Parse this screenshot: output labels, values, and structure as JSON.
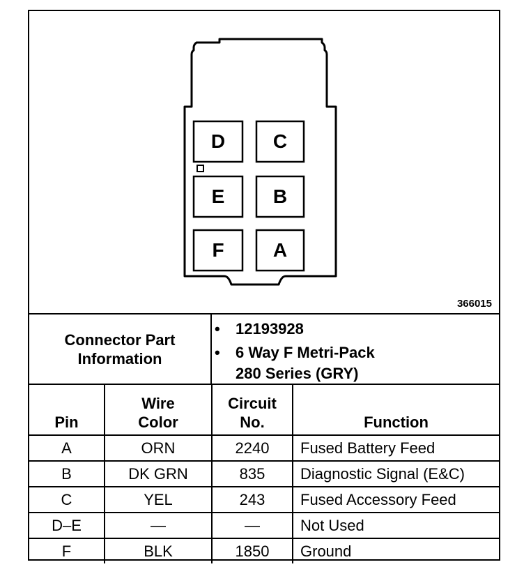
{
  "diagram": {
    "figure_number": "366015",
    "cavities": [
      {
        "pin": "D"
      },
      {
        "pin": "C"
      },
      {
        "pin": "E"
      },
      {
        "pin": "B"
      },
      {
        "pin": "F"
      },
      {
        "pin": "A"
      }
    ]
  },
  "connector_info": {
    "label_line1": "Connector Part",
    "label_line2": "Information",
    "bullet_char": "•",
    "part_number": "12193928",
    "description_line1": "6 Way F Metri-Pack",
    "description_line2": "280 Series (GRY)"
  },
  "table": {
    "headers": {
      "pin": "Pin",
      "wire_color_line1": "Wire",
      "wire_color_line2": "Color",
      "circuit_line1": "Circuit",
      "circuit_line2": "No.",
      "function": "Function"
    },
    "rows": [
      {
        "pin": "A",
        "wire_color": "ORN",
        "circuit": "2240",
        "function": "Fused Battery Feed"
      },
      {
        "pin": "B",
        "wire_color": "DK GRN",
        "circuit": "835",
        "function": "Diagnostic Signal (E&C)"
      },
      {
        "pin": "C",
        "wire_color": "YEL",
        "circuit": "243",
        "function": "Fused Accessory Feed"
      },
      {
        "pin": "D–E",
        "wire_color": "—",
        "circuit": "—",
        "function": "Not Used"
      },
      {
        "pin": "F",
        "wire_color": "BLK",
        "circuit": "1850",
        "function": "Ground"
      }
    ]
  }
}
